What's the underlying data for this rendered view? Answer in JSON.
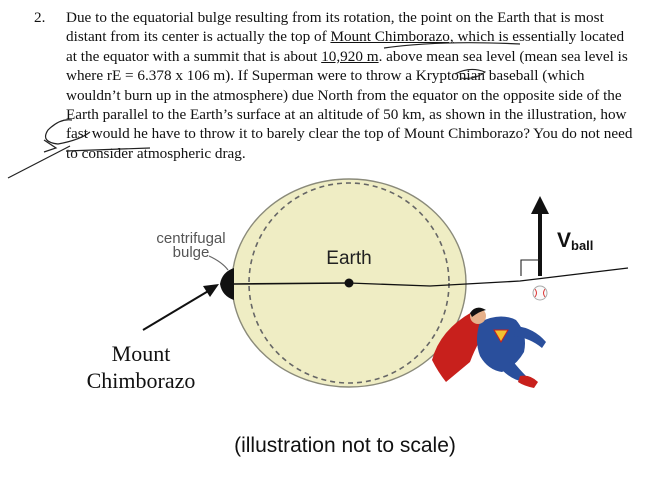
{
  "problem": {
    "number": "2.",
    "text_1": "Due to the equatorial bulge resulting from its rotation, the point on the Earth that is most distant from its center is actually the top of ",
    "mountain_name": "Mount Chimborazo,",
    "text_2": " which is essentially located at the equator with a summit that is about ",
    "altitude": "10,920 m",
    "text_3": ". above mean sea level (mean sea level is where rE = 6.378 x 106 m). If Superman were to throw a Kryptonian baseball (which wouldn’t burn up in the atmosphere) due North from the equator on the opposite side of the Earth parallel to the Earth’s surface at an altitude of 50 km, as shown in the illustration, how fast would he have to throw it to barely clear the top of Mount Chimborazo? You do not need to consider atmospheric drag."
  },
  "figure": {
    "label_bulge_1": "centrifugal",
    "label_bulge_2": "bulge",
    "label_earth": "Earth",
    "label_v": "V",
    "label_v_sub": "ball",
    "label_mount_1": "Mount",
    "label_mount_2": "Chimborazo",
    "caption": "(illustration not to scale)"
  },
  "colors": {
    "earth_fill": "#efedc4",
    "cape_red": "#c8201c",
    "suit_blue": "#2a4f9c"
  }
}
